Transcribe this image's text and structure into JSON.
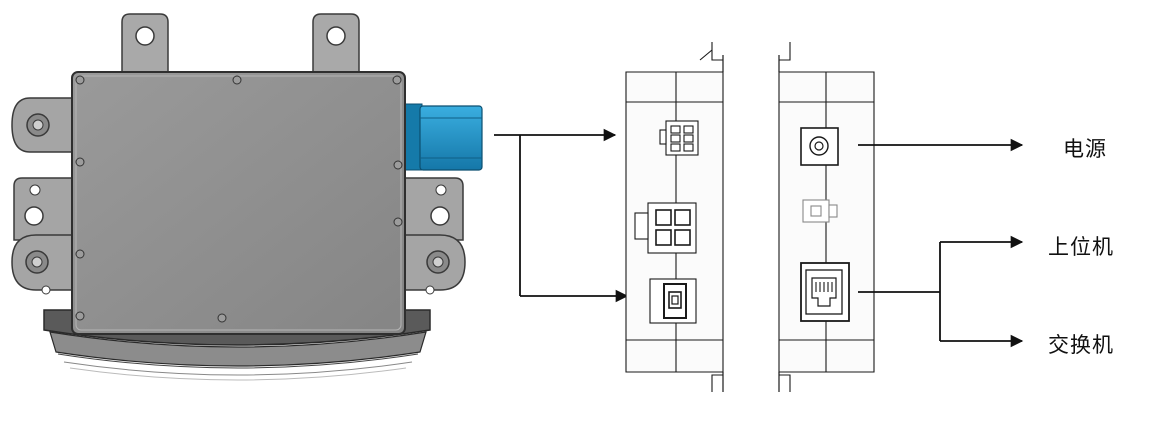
{
  "labels": {
    "power": "电源",
    "host": "上位机",
    "switch": "交换机"
  },
  "colors": {
    "housing": "#8f8f8f",
    "housing_edge": "#3a3a3a",
    "connector": "#1f93c8",
    "line_drawing": "#1a1a1a",
    "background": "#ffffff"
  }
}
